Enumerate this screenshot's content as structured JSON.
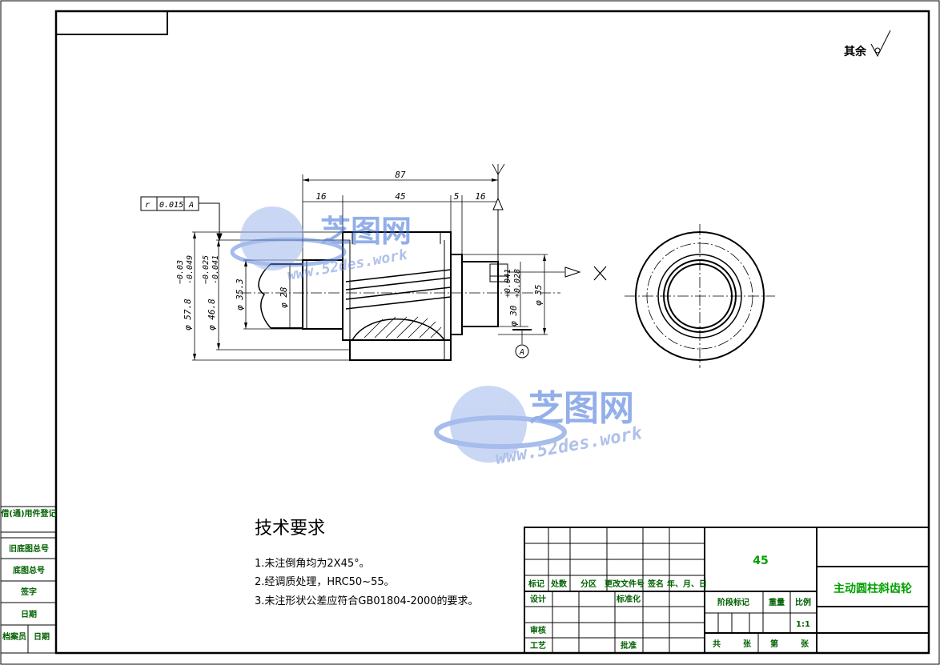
{
  "roughness_note": "其余",
  "tolerance_frame": {
    "symbol": "r",
    "value": "0.015",
    "datum": "A"
  },
  "dimensions": {
    "overall_length": "87",
    "seg_left": "16",
    "seg_gear": "45",
    "seg_shoulder": "5",
    "seg_right": "16",
    "d_tip": "φ 57.8",
    "d_tip_tol_upper": "−0.03",
    "d_tip_tol_lower": "-0.049",
    "d_root": "φ 46.8",
    "d_root_tol_upper": "−0.025",
    "d_root_tol_lower": "-0.041",
    "d_35_3": "φ 35.3",
    "d_28": "φ 28",
    "d_30": "φ 30",
    "d_30_tol_upper": "+0.041",
    "d_30_tol_lower": "+0.028",
    "d_35": "φ 35",
    "datum_label": "A"
  },
  "technical_requirements": {
    "title": "技术要求",
    "items": [
      "1.未注倒角均为2X45°。",
      "2.经调质处理，HRC50~55。",
      "3.未注形状公差应符合GB01804-2000的要求。"
    ]
  },
  "title_block": {
    "material": "45",
    "part_name": "主动圆柱斜齿轮",
    "scale": "1:1",
    "change_headers": [
      "标记",
      "处数",
      "分区",
      "更改文件号",
      "签名",
      "年、月、日"
    ],
    "sign_labels": [
      "设计",
      "标准化",
      "审核",
      "工艺",
      "批准"
    ],
    "stage_label": "阶段标记",
    "weight_label": "重量",
    "scale_label": "比例",
    "sheet_labels": [
      "共",
      "张",
      "第",
      "张"
    ]
  },
  "left_margin_labels": [
    "借(通)用件登记",
    "旧底图总号",
    "底图总号",
    "签字",
    "日期",
    "档案员",
    "日期"
  ],
  "watermark": {
    "brand": "芝图网",
    "url": "www.52des.work"
  },
  "colors": {
    "line": "#000000",
    "title_text": "#00a000",
    "watermark": "#3b6fd8"
  }
}
